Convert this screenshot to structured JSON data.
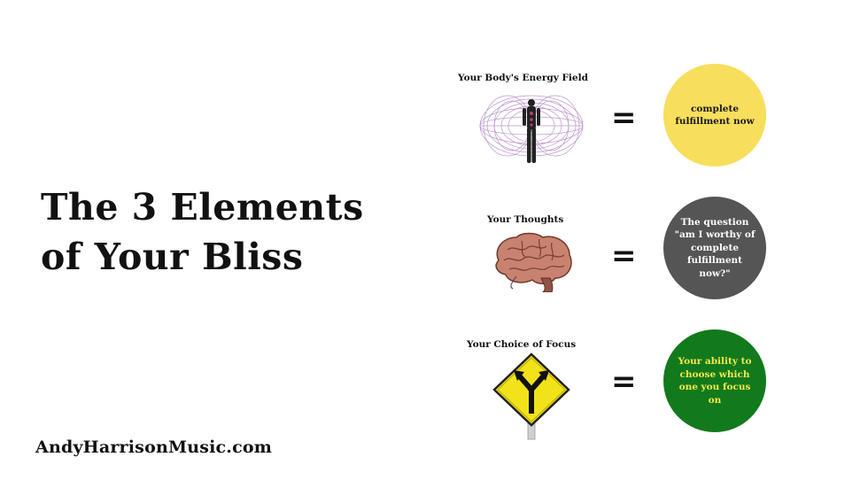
{
  "title": {
    "line1": "The 3 Elements",
    "line2": "of Your Bliss"
  },
  "footer": {
    "url": "AndyHarrisonMusic.com"
  },
  "rows": [
    {
      "label": "Your Body's Energy Field",
      "icon": "torus-energy-field-icon",
      "equals": "=",
      "result": "complete fulfillment now",
      "color": "#f7de5c",
      "text_color": "#1a1a1a"
    },
    {
      "label": "Your Thoughts",
      "icon": "brain-icon",
      "equals": "=",
      "result": "The question \"am I worthy of complete fulfillment now?\"",
      "color": "#555555",
      "text_color": "#ffffff"
    },
    {
      "label": "Your Choice of Focus",
      "icon": "fork-road-sign-icon",
      "equals": "=",
      "result": "Your ability to choose which one you focus on",
      "color": "#127a1c",
      "text_color": "#f4e74a"
    }
  ]
}
